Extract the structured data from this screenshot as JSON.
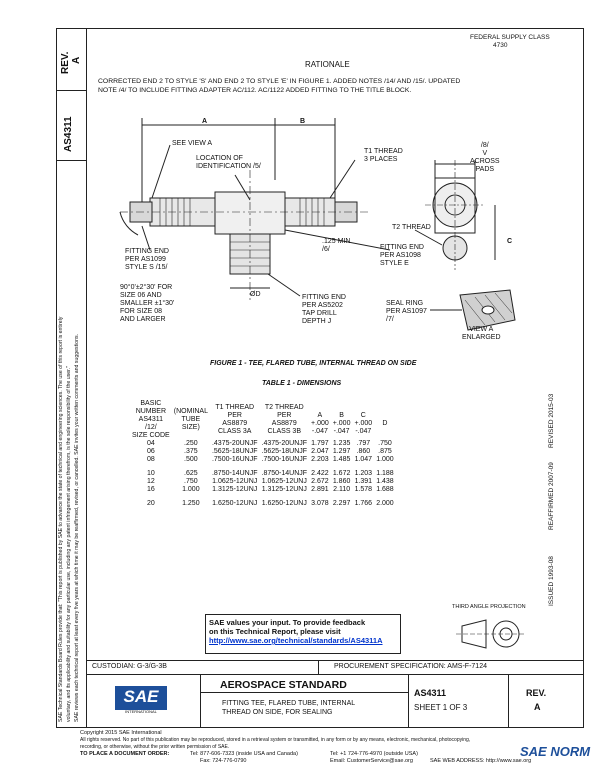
{
  "header": {
    "fed_class": "FEDERAL SUPPLY CLASS",
    "fed_class_no": "4730",
    "rationale_title": "RATIONALE",
    "rationale_text_1": "CORRECTED END 2 TO STYLE 'S' AND END 2 TO STYLE 'E' IN FIGURE 1. ADDED NOTES /14/ AND /15/. UPDATED",
    "rationale_text_2": "NOTE /4/ TO INCLUDE FITTING ADAPTER AC/112. AC/1122 ADDED FITTING TO THE TITLE BLOCK."
  },
  "left_strip": {
    "rev_label": "REV.",
    "rev_value": "A",
    "doc_no": "AS4311",
    "legal_1": "SAE Technical Standards Board Rules provide that: \"This report is published by SAE to advance the state of technical and engineering sciences. The use of this report is entirely",
    "legal_2": "voluntary, and its applicability and suitability for any particular use, including any patent infringement arising therefrom, is the sole responsibility of the user.\"",
    "legal_3": "SAE reviews each technical report at least every five years at which time it may be reaffirmed, revised, or cancelled. SAE invites your written comments and suggestions."
  },
  "right_strip": {
    "revised": "REVISED 2015-03",
    "reaffirmed": "REAFFIRMED 2007-09",
    "issued": "ISSUED 1993-08"
  },
  "drawing": {
    "dim_a": "A",
    "dim_b": "B",
    "see_view_a": "SEE VIEW A",
    "location": "LOCATION OF\nIDENTIFICATION /5/",
    "t1_thread": "T1 THREAD\n3 PLACES",
    "across_pads": "/8/\nV\nACROSS\nPADS",
    "t2_thread": "T2 THREAD",
    "fitting_end_1": "FITTING END\nPER AS1099\nSTYLE S /15/",
    "min_125": ".125 MIN\n/6/",
    "fitting_end_2": "FITTING END\nPER AS1098\nSTYLE E",
    "dim_c": "C",
    "angle_note": "90°0'±2°30' FOR\nSIZE 06 AND\nSMALLER ±1°30'\nFOR SIZE 08\nAND LARGER",
    "dim_d": "ØD",
    "fitting_end_3": "FITTING END\nPER AS5202\nTAP DRILL\nDEPTH J",
    "seal_ring": "SEAL RING\nPER AS1097\n/7/",
    "view_a": "VIEW A\nENLARGED"
  },
  "figure_caption": "FIGURE 1 - TEE, FLARED TUBE, INTERNAL THREAD ON SIDE",
  "table": {
    "title": "TABLE 1 - DIMENSIONS",
    "headers": {
      "basic": [
        "BASIC",
        "NUMBER",
        "AS4311",
        "/12/",
        "SIZE CODE"
      ],
      "nominal": [
        "(NOMINAL",
        "TUBE",
        "SIZE)"
      ],
      "t1": [
        "T1 THREAD",
        "PER",
        "AS8879",
        "CLASS 3A"
      ],
      "t2": [
        "T2 THREAD",
        "PER",
        "AS8879",
        "CLASS 3B"
      ],
      "a": [
        "A",
        "+.000",
        "-.047"
      ],
      "b": [
        "B",
        "+.000",
        "-.047"
      ],
      "c": [
        "C",
        "+.000",
        "-.047"
      ],
      "d": [
        "D"
      ]
    },
    "rows": [
      [
        "04",
        ".250",
        ".4375-20UNJF",
        ".4375-20UNJF",
        "1.797",
        "1.235",
        ".797",
        ".750"
      ],
      [
        "06",
        ".375",
        ".5625-18UNJF",
        ".5625-18UNJF",
        "2.047",
        "1.297",
        ".860",
        ".875"
      ],
      [
        "08",
        ".500",
        ".7500-16UNJF",
        ".7500-16UNJF",
        "2.203",
        "1.485",
        "1.047",
        "1.000"
      ],
      [
        "10",
        ".625",
        ".8750-14UNJF",
        ".8750-14UNJF",
        "2.422",
        "1.672",
        "1.203",
        "1.188"
      ],
      [
        "12",
        ".750",
        "1.0625-12UNJ",
        "1.0625-12UNJ",
        "2.672",
        "1.860",
        "1.391",
        "1.438"
      ],
      [
        "16",
        "1.000",
        "1.3125-12UNJ",
        "1.3125-12UNJ",
        "2.891",
        "2.110",
        "1.578",
        "1.688"
      ],
      [
        "20",
        "1.250",
        "1.6250-12UNJ",
        "1.6250-12UNJ",
        "3.078",
        "2.297",
        "1.766",
        "2.000"
      ]
    ]
  },
  "feedback": {
    "line1": "SAE values your input. To provide feedback",
    "line2": "on this Technical Report, please visit",
    "link": "http://www.sae.org/technical/standards/AS4311A"
  },
  "projection_label": "THIRD ANGLE PROJECTION",
  "title_block": {
    "custodian": "CUSTODIAN: G-3/G-3B",
    "procurement": "PROCUREMENT SPECIFICATION: AMS-F-7124",
    "logo": "SAE",
    "logo_sub": "INTERNATIONAL",
    "standard": "AEROSPACE STANDARD",
    "desc_1": "FITTING TEE, FLARED TUBE, INTERNAL",
    "desc_2": "THREAD ON SIDE, FOR SEALING",
    "doc_no": "AS4311",
    "sheet": "SHEET 1 OF 3",
    "rev_label": "REV.",
    "rev_value": "A"
  },
  "footer": {
    "copyright": "Copyright 2015 SAE International",
    "rights": "All rights reserved. No part of this publication may be reproduced, stored in a retrieval system or transmitted, in any form or by any means, electronic, mechanical, photocopying,",
    "rights_2": "recording, or otherwise, without the prior written permission of SAE.",
    "order_label": "TO PLACE A DOCUMENT ORDER:",
    "tel_1": "Tel: 877-606-7323 (inside USA and Canada)",
    "tel_2": "Tel: +1 724-776-4970 (outside USA)",
    "fax": "Fax: 724-776-0790",
    "email": "Email: CustomerService@sae.org",
    "web": "SAE WEB ADDRESS: http://www.sae.org"
  },
  "watermark": "SAE NORM"
}
